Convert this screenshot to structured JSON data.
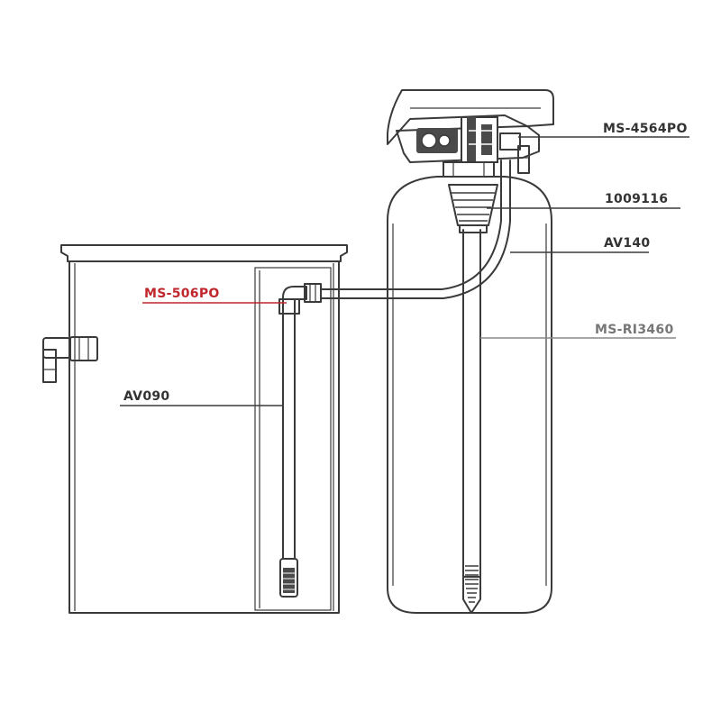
{
  "labels": {
    "control_valve": "MS-4564PO",
    "distributor": "1009116",
    "brine_line": "AV140",
    "riser_tube": "MS-RI3460",
    "brine_valve": "MS-506PO",
    "brine_well": "AV090"
  },
  "colors": {
    "ink": "#3a3a3a",
    "label_text": "#333333",
    "highlight": "#c0272d",
    "light_label": "#777777",
    "fill_light": "#f7f7f7",
    "fill_dark": "#4a4a4a"
  }
}
